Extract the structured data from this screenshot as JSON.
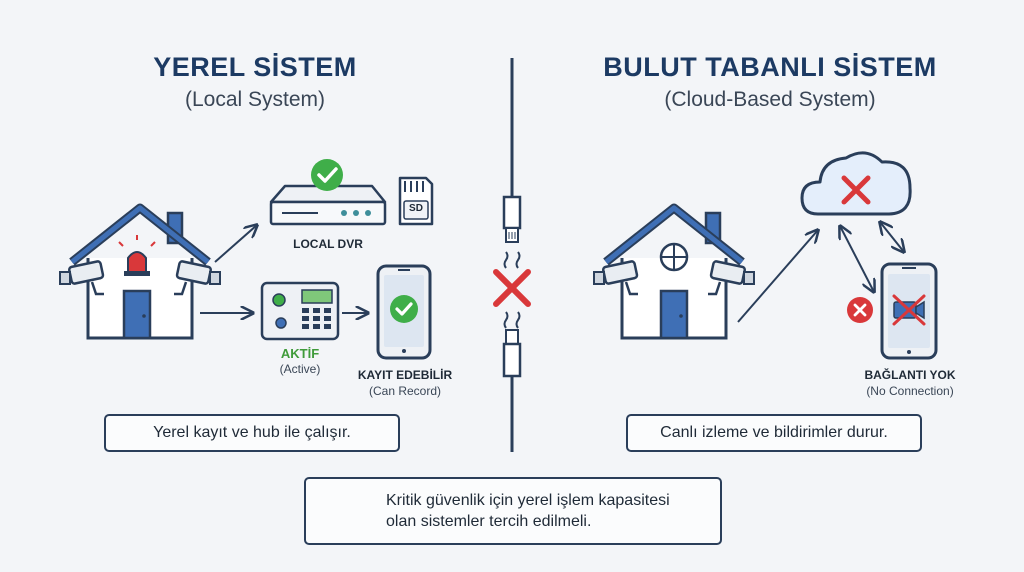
{
  "left": {
    "title": "YEREL SİSTEM",
    "subtitle": "(Local System)",
    "dvr_label": "LOCAL DVR",
    "sd_label": "SD",
    "status_label": "AKTİF",
    "status_sub": "(Active)",
    "phone_label": "KAYIT EDEBİLİR",
    "phone_sub": "(Can Record)",
    "note": "Yerel kayıt ve hub ile çalışır."
  },
  "right": {
    "title": "BULUT TABANLI SİSTEM",
    "subtitle": "(Cloud-Based System)",
    "phone_label": "BAĞLANTI YOK",
    "phone_sub": "(No Connection)",
    "note": "Canlı izleme ve bildirimler durur."
  },
  "footer": {
    "line1": "Kritik güvenlik için yerel işlem kapasitesi",
    "line2": "olan sistemler tercih edilmeli."
  },
  "colors": {
    "navy": "#2a3e5a",
    "title": "#1c3a63",
    "roof_blue": "#3f6fb5",
    "green": "#3fae49",
    "red": "#d9383a"
  }
}
